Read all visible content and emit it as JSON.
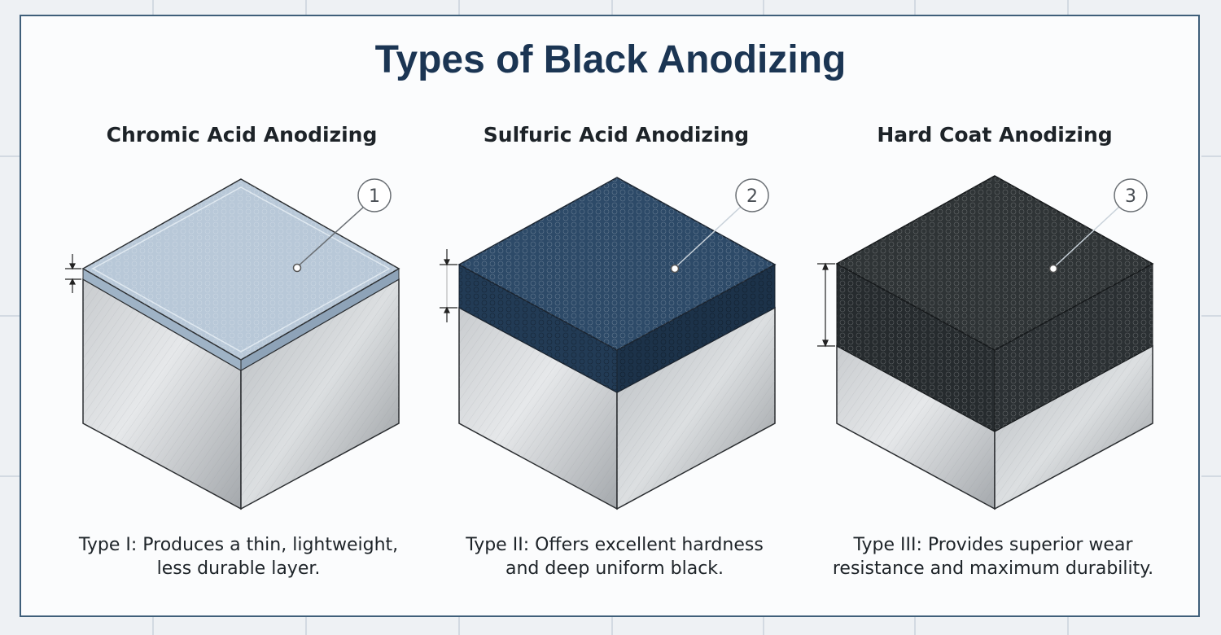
{
  "title": "Types of Black Anodizing",
  "panels": [
    {
      "heading": "Chromic Acid Anodizing",
      "callout": "1",
      "description_line1": "Type I: Produces a thin, lightweight,",
      "description_line2": "less durable layer.",
      "coating_color": "#b8c8d8"
    },
    {
      "heading": "Sulfuric Acid Anodizing",
      "callout": "2",
      "description_line1": "Type II: Offers excellent hardness",
      "description_line2": "and deep uniform black.",
      "coating_color": "#2d4a68"
    },
    {
      "heading": "Hard Coat Anodizing",
      "callout": "3",
      "description_line1": "Type III: Provides superior wear",
      "description_line2": "resistance and maximum durability.",
      "coating_color": "#2f3436"
    }
  ],
  "colors": {
    "title": "#1b3553",
    "frame": "#3f5f7a",
    "metal_light": "#d2d4d6",
    "metal_dark": "#9a9ea2"
  }
}
